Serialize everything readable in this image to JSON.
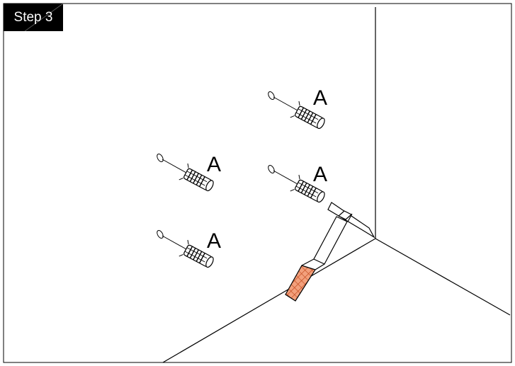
{
  "step_badge": {
    "label": "Step 3",
    "background": "#000000",
    "text_color": "#ffffff"
  },
  "anchors": [
    {
      "id": "top-right",
      "label": "A"
    },
    {
      "id": "middle-left",
      "label": "A"
    },
    {
      "id": "middle-right",
      "label": "A"
    },
    {
      "id": "bottom-left",
      "label": "A"
    }
  ],
  "hammer": {
    "icon": "hammer-icon",
    "grip_color": "#e06a3c"
  },
  "colors": {
    "line": "#000000",
    "background": "#ffffff"
  }
}
